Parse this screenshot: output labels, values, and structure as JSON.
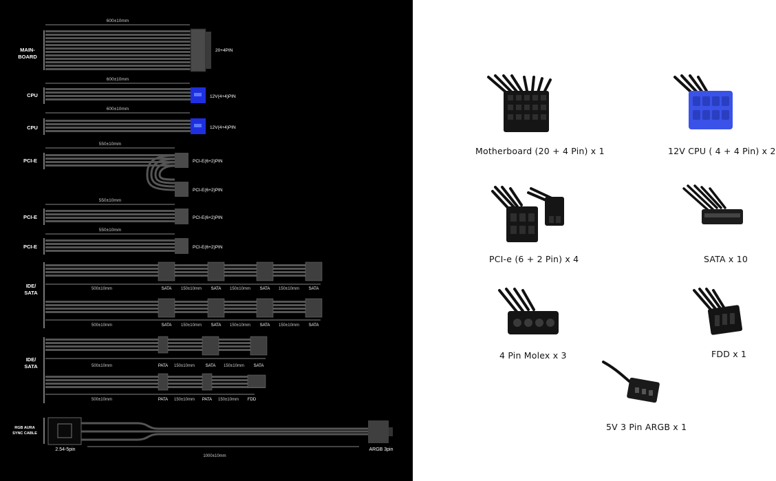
{
  "cable_diagram": {
    "groups": [
      {
        "label": "MAIN-\nBOARD",
        "length": "600±10mm",
        "connector": "20+4PIN"
      },
      {
        "label": "CPU",
        "length": "600±10mm",
        "connector": "12V(4+4)PIN"
      },
      {
        "label": "CPU",
        "length": "600±10mm",
        "connector": "12V(4+4)PIN"
      },
      {
        "label": "PCI-E",
        "length": "550±10mm",
        "connectors": [
          "PCI-E(6+2)PIN",
          "PCI-E(6+2)PIN"
        ]
      },
      {
        "label": "PCI-E",
        "length": "550±10mm",
        "connector": "PCI-E(6+2)PIN"
      },
      {
        "label": "PCI-E",
        "length": "550±10mm",
        "connector": "PCI-E(6+2)PIN"
      },
      {
        "label": "IDE/\nSATA",
        "first_length": "500±10mm",
        "spacing": "150±10mm",
        "rows": [
          [
            "SATA",
            "SATA",
            "SATA",
            "SATA"
          ],
          [
            "SATA",
            "SATA",
            "SATA",
            "SATA"
          ]
        ]
      },
      {
        "label": "IDE/\nSATA",
        "first_length": "500±10mm",
        "spacing": "150±10mm",
        "rows": [
          [
            "PATA",
            "SATA",
            "SATA"
          ],
          [
            "PATA",
            "PATA",
            "FDD"
          ]
        ]
      },
      {
        "label": "RGB AURA\nSYNC CABLE",
        "left_connector": "2.54-5pin",
        "right_connector": "ARGB 3pin",
        "length": "1000±10mm"
      }
    ]
  },
  "connector_gallery": [
    {
      "caption": "Motherboard (20 + 4 Pin) x 1",
      "icon": "atx-24pin-connector-icon"
    },
    {
      "caption": "12V CPU ( 4 + 4 Pin) x 2",
      "icon": "cpu-8pin-connector-icon",
      "accent": "#3a52e8"
    },
    {
      "caption": "PCI-e (6 + 2 Pin) x 4",
      "icon": "pcie-connector-icon"
    },
    {
      "caption": "SATA x 10",
      "icon": "sata-connector-icon"
    },
    {
      "caption": "4 Pin Molex x 3",
      "icon": "molex-connector-icon"
    },
    {
      "caption": "FDD x 1",
      "icon": "fdd-connector-icon"
    },
    {
      "caption": "5V 3 Pin ARGB x 1",
      "icon": "argb-connector-icon"
    }
  ],
  "colors": {
    "panel": "#000000",
    "cable": "#5a5a5a",
    "cpu_connector": "#1f2fe0",
    "label": "#ffffff"
  }
}
